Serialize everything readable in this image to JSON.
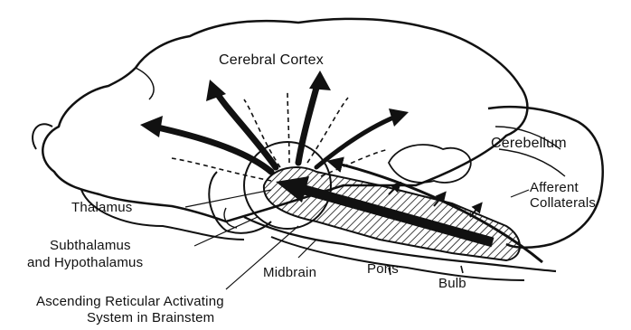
{
  "labels": {
    "cerebral_cortex": "Cerebral Cortex",
    "cerebellum": "Cerebellum",
    "afferent_collaterals_line1": "Afferent",
    "afferent_collaterals_line2": "Collaterals",
    "thalamus": "Thalamus",
    "subthalamus_line1": "Subthalamus",
    "subthalamus_line2": "and Hypothalamus",
    "midbrain": "Midbrain",
    "pons": "Pons",
    "bulb": "Bulb",
    "aras_line1": "Ascending Reticular Activating",
    "aras_line2": "System in Brainstem"
  },
  "colors": {
    "ink": "#111111",
    "background": "#ffffff"
  }
}
